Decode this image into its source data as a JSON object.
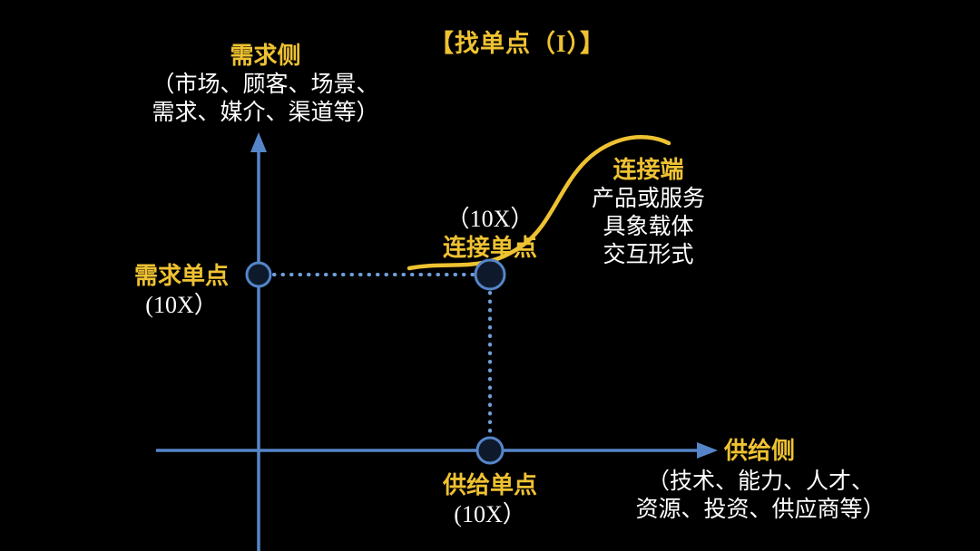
{
  "title": "【找单点（I）】",
  "colors": {
    "background": "#000000",
    "accent_gold": "#EFC232",
    "axis_blue": "#5585C8",
    "text_white": "#FFFFFF"
  },
  "demand_side": {
    "label": "需求侧",
    "sub1": "（市场、顾客、场景、",
    "sub2": "需求、媒介、渠道等）"
  },
  "demand_point": {
    "label": "需求单点",
    "multiplier": "(10X）"
  },
  "connection_point": {
    "multiplier": "（10X）",
    "label": "连接单点"
  },
  "connection_end": {
    "label": "连接端",
    "lines": [
      "产品或服务",
      "具象载体",
      "交互形式"
    ]
  },
  "supply_point": {
    "label": "供给单点",
    "multiplier": "(10X）"
  },
  "supply_side": {
    "label": "供给侧",
    "sub1": "（技术、能力、人才、",
    "sub2": "资源、投资、供应商等）"
  }
}
